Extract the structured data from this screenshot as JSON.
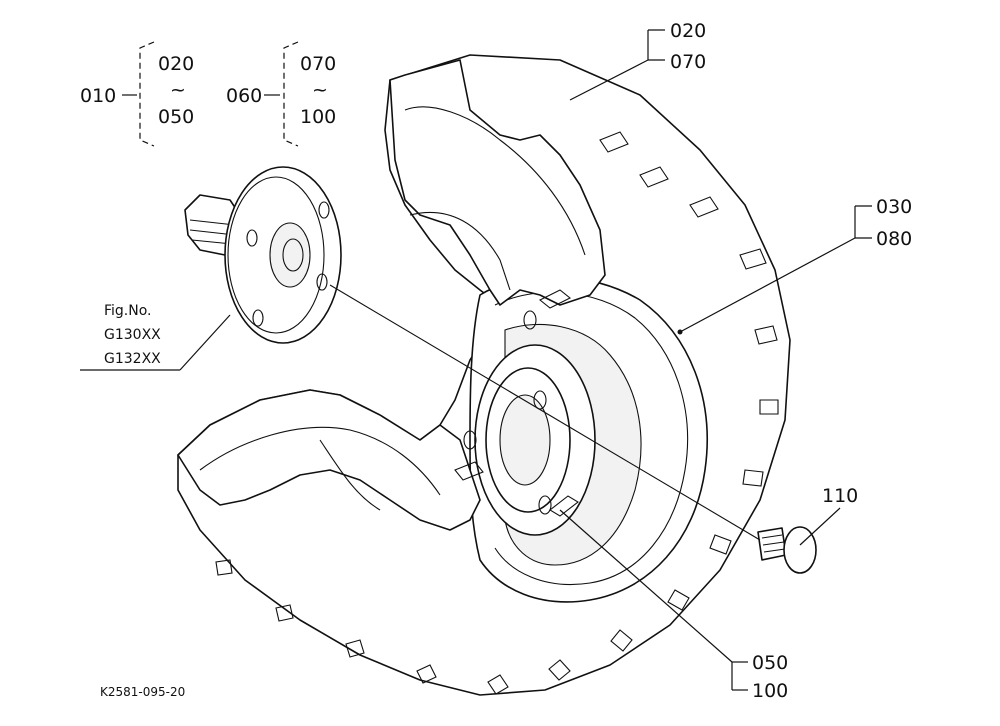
{
  "labels": {
    "l010": "010",
    "l020a": "020",
    "l050a": "050",
    "l060": "060",
    "l070a": "070",
    "l100a": "100",
    "tilde1": "~",
    "tilde2": "~",
    "l020b": "020",
    "l070b": "070",
    "l030": "030",
    "l080": "080",
    "l110": "110",
    "l050b": "050",
    "l100b": "100",
    "fig_no": "Fig.No.",
    "fig_g130": "G130XX",
    "fig_g132": "G132XX",
    "ref_code": "K2581-095-20"
  }
}
